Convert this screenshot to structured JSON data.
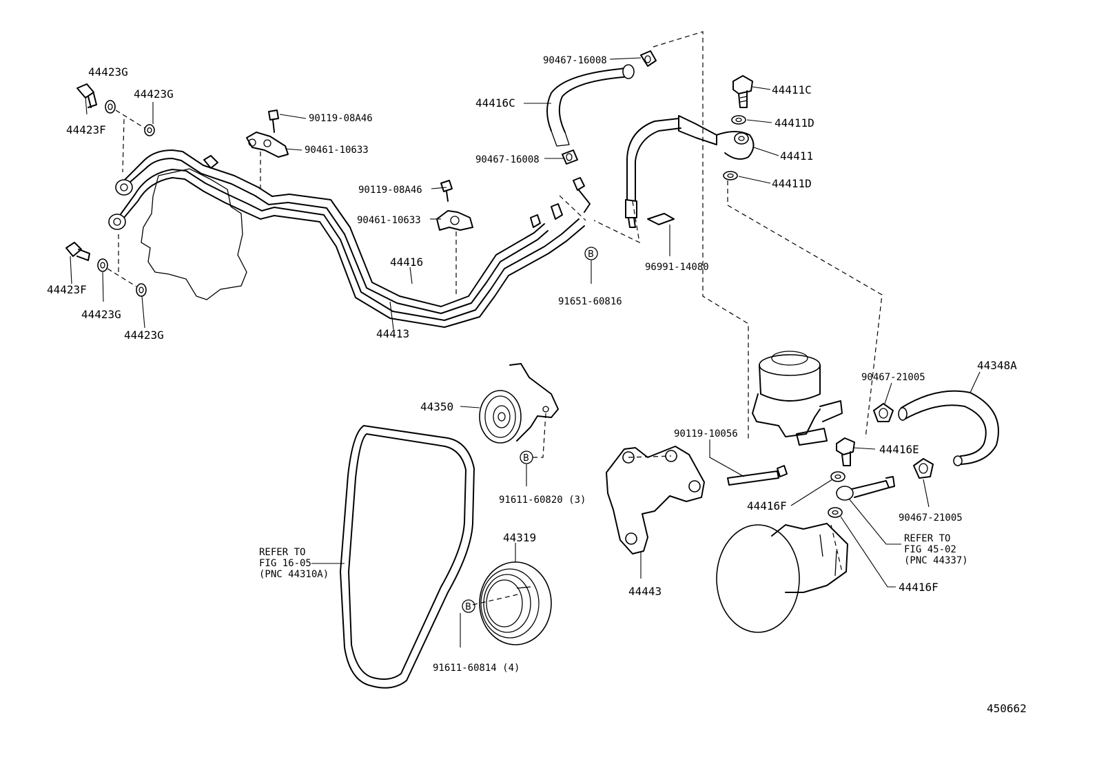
{
  "diagram": {
    "figure_number": "450662",
    "labels": {
      "l_44423G_a": "44423G",
      "l_44423G_b": "44423G",
      "l_44423F_a": "44423F",
      "l_44423F_b": "44423F",
      "l_44423G_c": "44423G",
      "l_44423G_d": "44423G",
      "l_90119_08A46_a": "90119-08A46",
      "l_90461_10633_a": "90461-10633",
      "l_90119_08A46_b": "90119-08A46",
      "l_90461_10633_b": "90461-10633",
      "l_44416": "44416",
      "l_44413": "44413",
      "l_90467_16008_a": "90467-16008",
      "l_44416C": "44416C",
      "l_90467_16008_b": "90467-16008",
      "l_91651_60816": "91651-60816",
      "l_96991_14080": "96991-14080",
      "l_44411C": "44411C",
      "l_44411D_a": "44411D",
      "l_44411": "44411",
      "l_44411D_b": "44411D",
      "l_44350": "44350",
      "l_91611_60820": "91611-60820 (3)",
      "l_44319": "44319",
      "l_91611_60814": "91611-60814 (4)",
      "l_refer_16_1": "REFER TO",
      "l_refer_16_2": "FIG 16-05",
      "l_refer_16_3": "(PNC 44310A)",
      "l_90119_10056": "90119-10056",
      "l_44443": "44443",
      "l_90467_21005_a": "90467-21005",
      "l_44348A": "44348A",
      "l_44416E": "44416E",
      "l_44416F_a": "44416F",
      "l_90467_21005_b": "90467-21005",
      "l_refer_45_1": "REFER TO",
      "l_refer_45_2": "FIG 45-02",
      "l_refer_45_3": "(PNC 44337)",
      "l_44416F_b": "44416F",
      "marker_b": "B"
    }
  }
}
